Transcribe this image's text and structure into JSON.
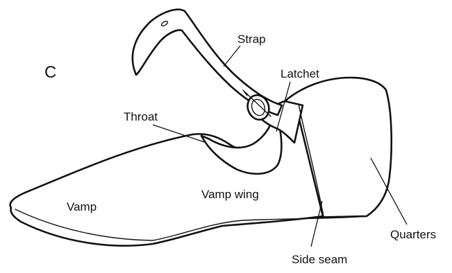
{
  "figure": {
    "panel_label": "C",
    "labels": {
      "strap": "Strap",
      "latchet": "Latchet",
      "throat": "Throat",
      "vamp_wing": "Vamp wing",
      "vamp": "Vamp",
      "quarters": "Quarters",
      "side_seam": "Side seam"
    }
  }
}
